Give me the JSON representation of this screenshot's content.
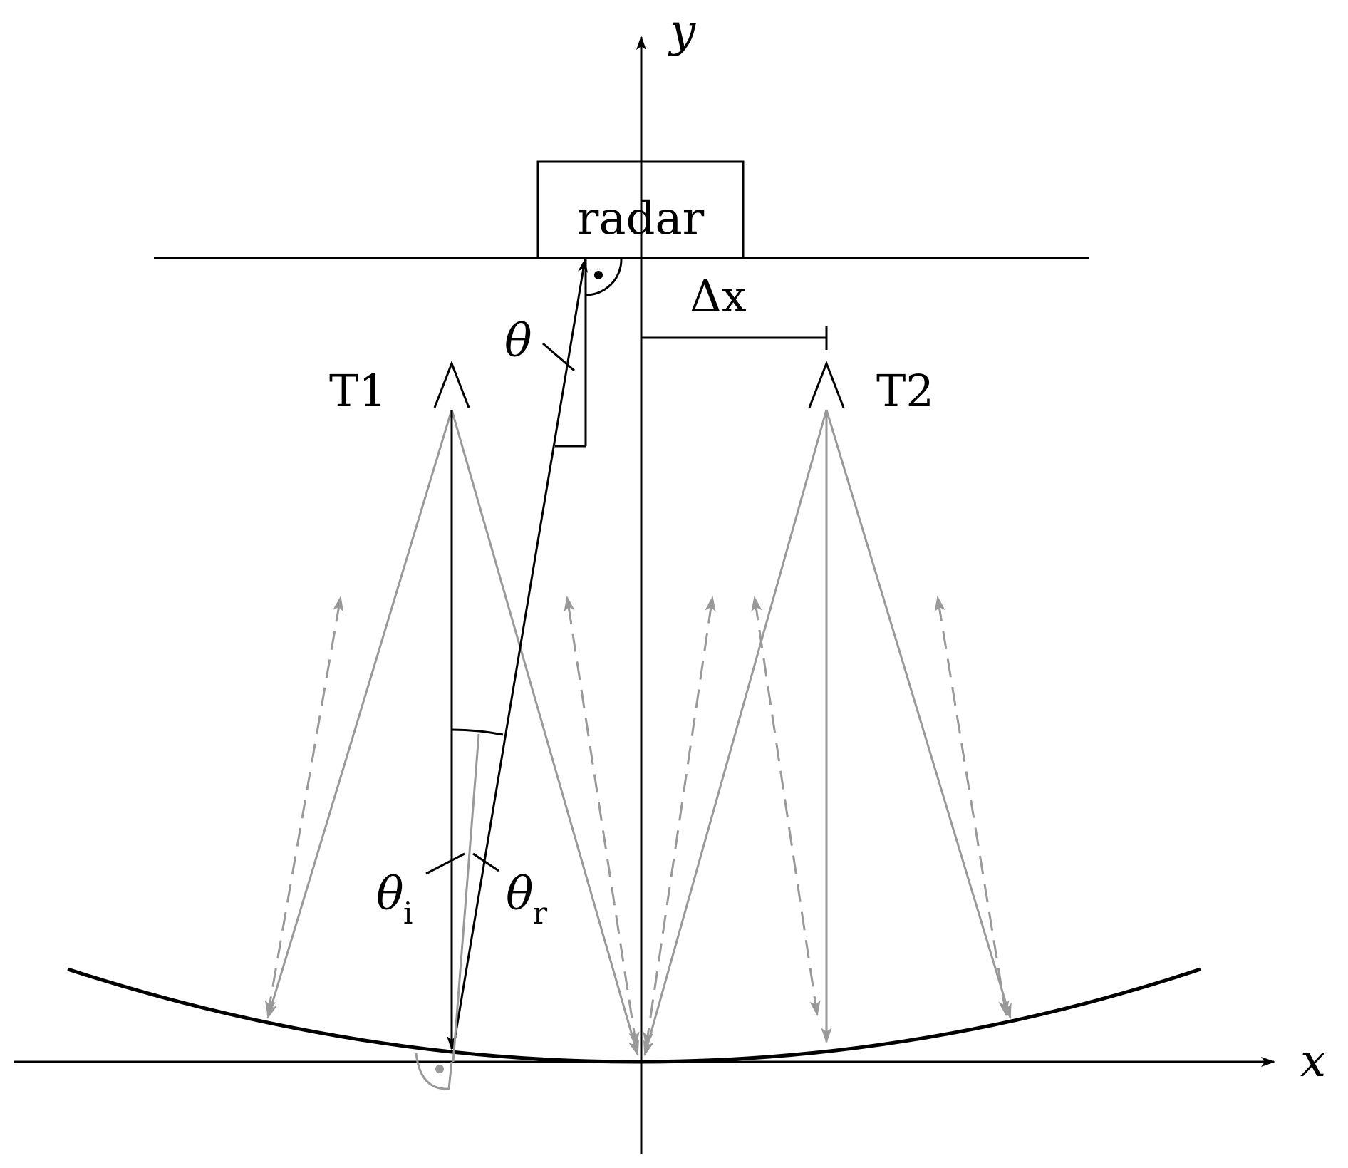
{
  "labels": {
    "y_axis": "y",
    "x_axis": "x",
    "radar": "radar",
    "delta_x": "Δx",
    "target_1": "T1",
    "target_2": "T2",
    "theta": "θ",
    "theta_i": "θ",
    "theta_i_sub": "i",
    "theta_r": "θ",
    "theta_r_sub": "r"
  },
  "colors": {
    "primary": "#000000",
    "secondary": "#999999",
    "background": "#ffffff"
  },
  "icons": {
    "target_marker": "caret-up-icon",
    "right_angle": "right-angle-dot-icon"
  }
}
